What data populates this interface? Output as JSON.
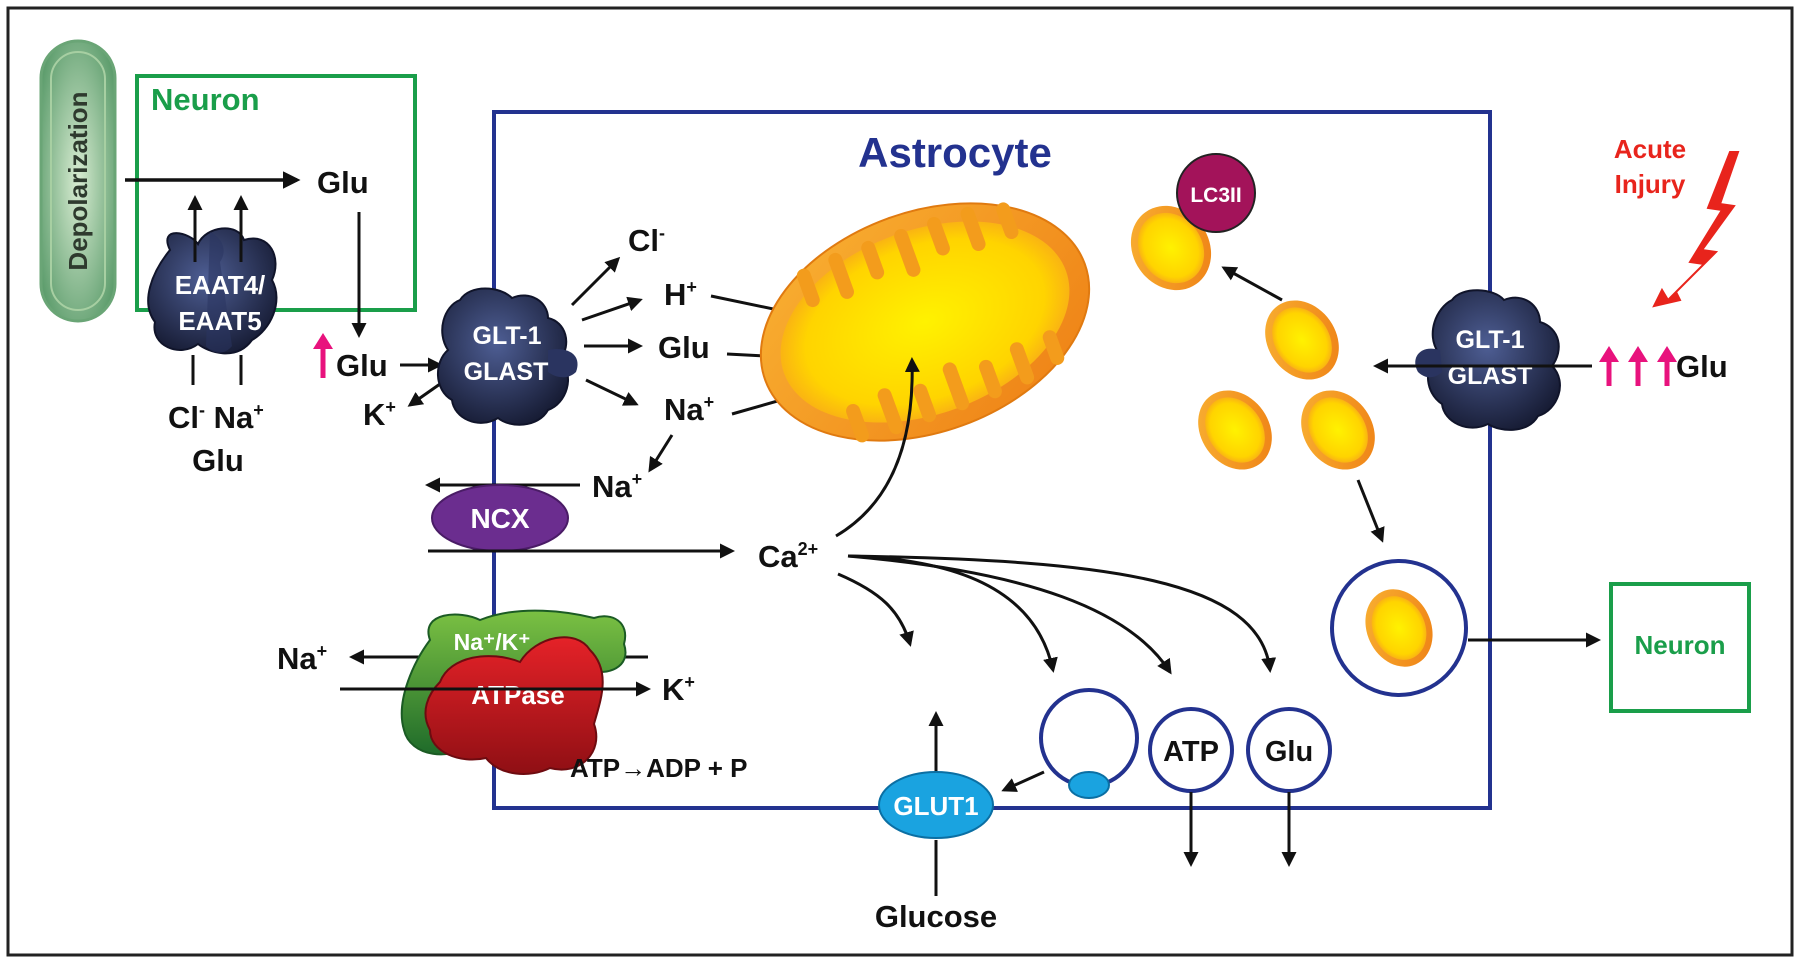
{
  "colors": {
    "astrocyte": "#23328f",
    "neuron": "#1a9e4a",
    "injury": "#e8241c",
    "glu_up_arrow": "#e8127d",
    "transporter": "#3c4a78",
    "ncx": "#6b2d8f",
    "glut1": "#1aa3e0",
    "lc3": "#a3135a",
    "atpase_red": "#c4161c",
    "atpase_green": "#3f9a36",
    "mito_outer": "#f7941d",
    "mito_inner": "#fff200"
  },
  "labels": {
    "depolarization": "Depolarization",
    "neuron_top": "Neuron",
    "astrocyte": "Astrocyte",
    "acute_line1": "Acute",
    "acute_line2": "Injury",
    "eaat_line1": "EAAT4/",
    "eaat_line2": "EAAT5",
    "glt1": "GLT-1",
    "glast": "GLAST",
    "glt1_right": "GLT-1",
    "glast_right": "GLAST",
    "glu_neuron": "Glu",
    "glu_up": "Glu",
    "glu_right": "Glu",
    "glu_bottom_left": "Glu",
    "glu_astro": "Glu",
    "cl_minus_bottom": "Cl",
    "na_plus_bottom": "Na",
    "k_plus_left": "K",
    "cl_minus": "Cl",
    "h_plus": "H",
    "na_plus": "Na",
    "na_plus_ncx": "Na",
    "ncx": "NCX",
    "ca": "Ca",
    "na_plus_atpase": "Na",
    "k_plus_atpase": "K",
    "atpase_top": "Na⁺/K⁺",
    "atpase_main": "ATPase",
    "atp_reaction": "ATP→ADP + P",
    "glut1": "GLUT1",
    "glucose": "Glucose",
    "atp_vesicle": "ATP",
    "glu_vesicle": "Glu",
    "lc3ii": "LC3II",
    "neuron_right": "Neuron",
    "sup_minus": "-",
    "sup_plus": "+",
    "sup_2plus": "2+"
  }
}
